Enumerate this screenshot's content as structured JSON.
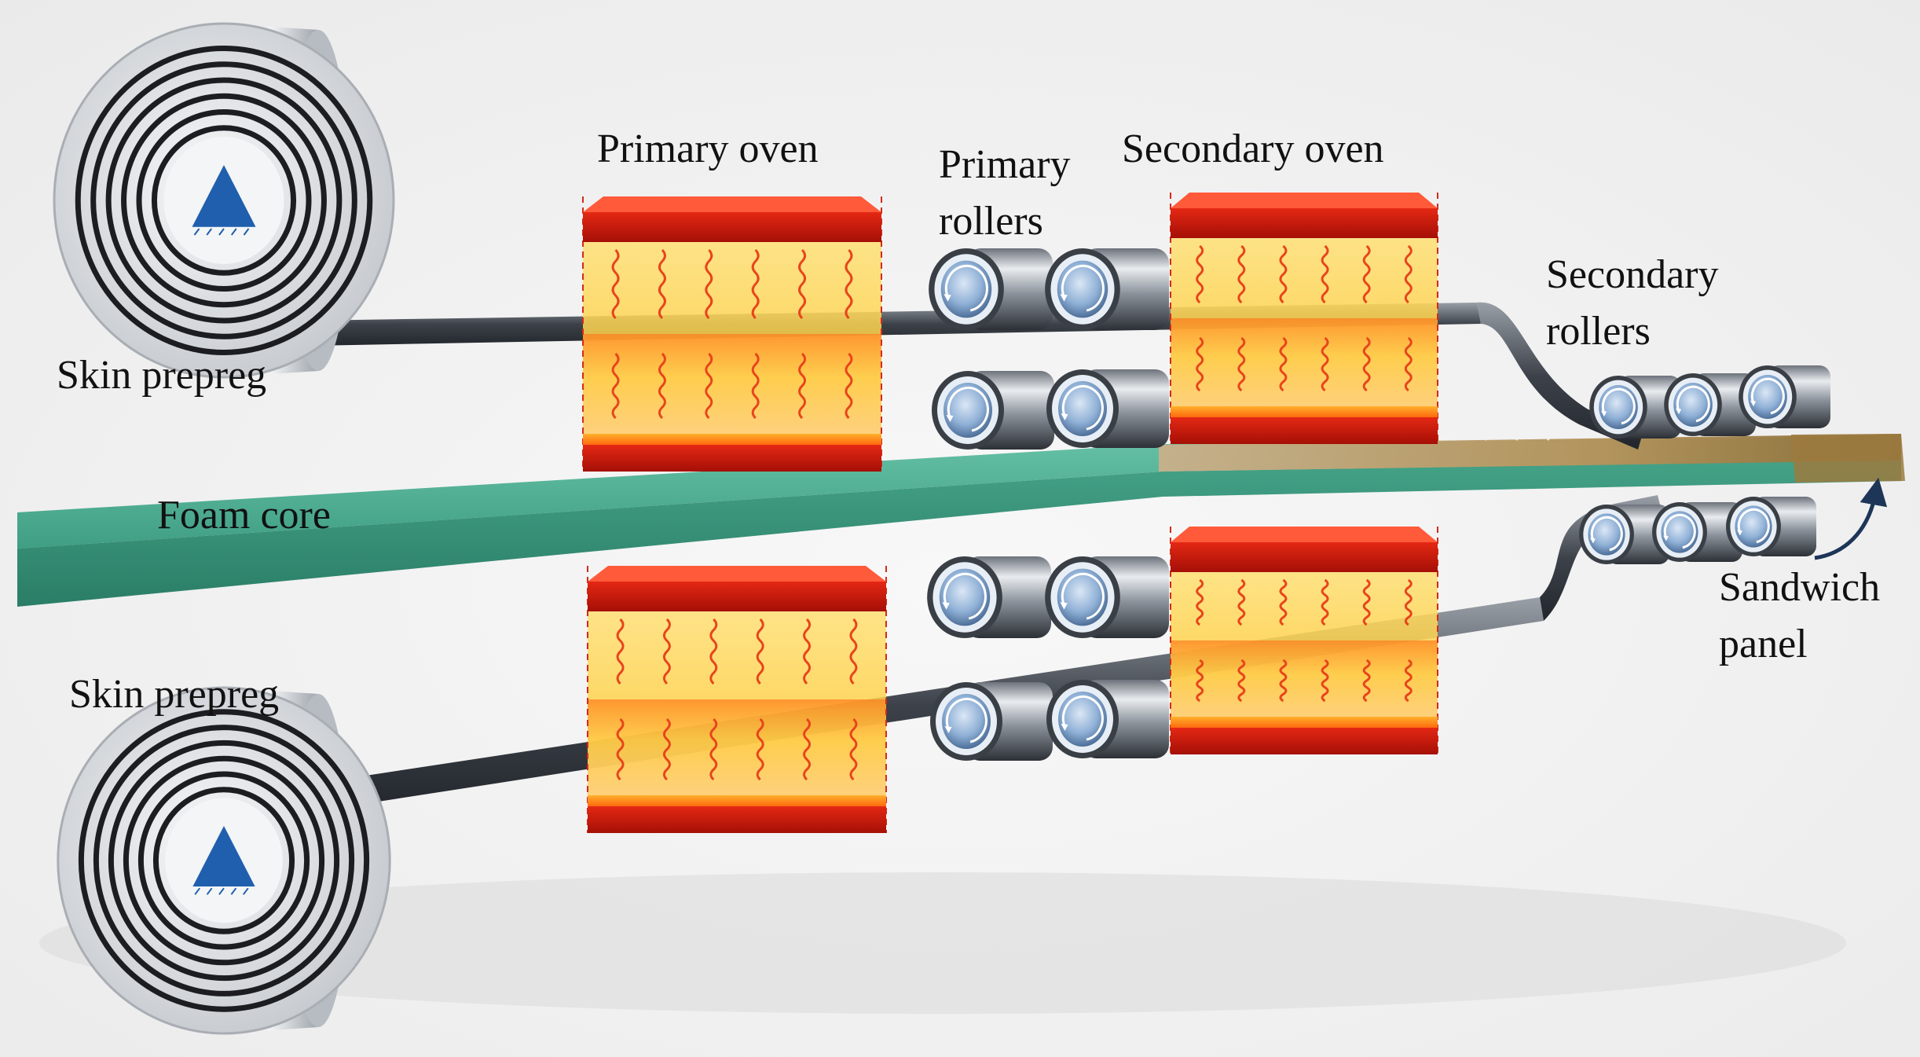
{
  "labels": {
    "skin_top": "Skin prepreg",
    "skin_bottom": "Skin prepreg",
    "foam_core": "Foam core",
    "primary_oven": "Primary oven",
    "primary_rollers_1": "Primary",
    "primary_rollers_2": "rollers",
    "secondary_oven": "Secondary oven",
    "secondary_rollers_1": "Secondary",
    "secondary_rollers_2": "rollers",
    "sandwich_1": "Sandwich",
    "sandwich_2": "panel"
  },
  "colors": {
    "foam": "#3f9e84",
    "skin": "#454a52",
    "oven_top": "#d81f0f",
    "oven_glow": "#ffd24a",
    "oven_plate": "#ff7a12",
    "roller_face": "#8fb0d6",
    "spool_mark": "#1f5fae",
    "panel_tan": "#b08b52",
    "arrow": "#1d3557"
  },
  "icons": {
    "spool": "prepreg-spool-icon",
    "roller": "roller-icon",
    "oven": "oven-heater-icon",
    "heat": "heat-wave-icon",
    "arrow": "curved-arrow-icon"
  }
}
